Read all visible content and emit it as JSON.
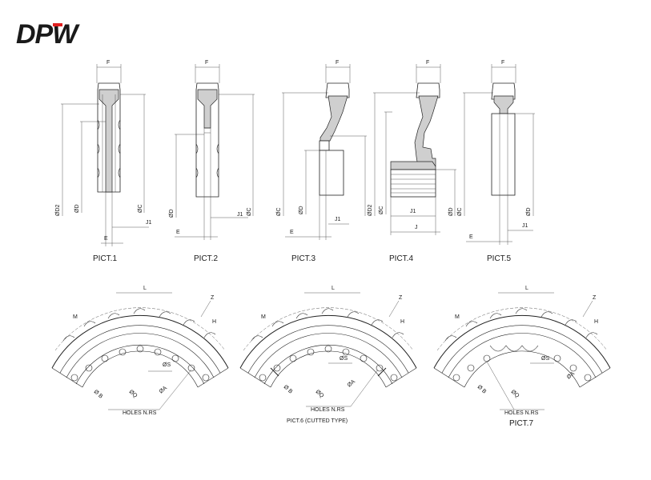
{
  "logo": {
    "text": "DPW",
    "color": "#1a1a1a",
    "accent": "#e02020"
  },
  "sections": [
    {
      "caption": "PICT.1",
      "labels": {
        "f": "F",
        "d2": "ØD2",
        "d": "ØD",
        "c": "ØC",
        "j1": "J1",
        "e": "E"
      }
    },
    {
      "caption": "PICT.2",
      "labels": {
        "f": "F",
        "d": "ØD",
        "c": "ØC",
        "j1": "J1",
        "e": "E"
      }
    },
    {
      "caption": "PICT.3",
      "labels": {
        "f": "F",
        "c": "ØC",
        "d": "ØD",
        "j1": "J1",
        "e": "E"
      }
    },
    {
      "caption": "PICT.4",
      "labels": {
        "f": "F",
        "d2": "ØD2",
        "c": "ØC",
        "j1": "J1",
        "j": "J",
        "d": "ØD"
      }
    },
    {
      "caption": "PICT.5",
      "labels": {
        "f": "F",
        "c": "ØC",
        "d": "ØD",
        "j1": "J1",
        "e": "E"
      }
    }
  ],
  "gears": [
    {
      "caption": "",
      "holes_label": "HOLES N.RS",
      "labels": {
        "l": "L",
        "z": "Z",
        "m": "M",
        "h": "H",
        "s": "ØS",
        "b": "Ø B",
        "q": "ØQ",
        "a": "ØA"
      }
    },
    {
      "caption": "PICT.6 (CUTTED TYPE)",
      "holes_label": "HOLES N.RS",
      "labels": {
        "l": "L",
        "z": "Z",
        "m": "M",
        "h": "H",
        "s": "ØS",
        "b": "Ø B",
        "q": "ØQ",
        "a": "ØA"
      }
    },
    {
      "caption": "PICT.7",
      "holes_label": "HOLES N.RS",
      "labels": {
        "l": "L",
        "z": "Z",
        "m": "M",
        "h": "H",
        "s": "ØS",
        "b": "Ø B",
        "q": "ØQ",
        "a": "ØA"
      }
    }
  ]
}
